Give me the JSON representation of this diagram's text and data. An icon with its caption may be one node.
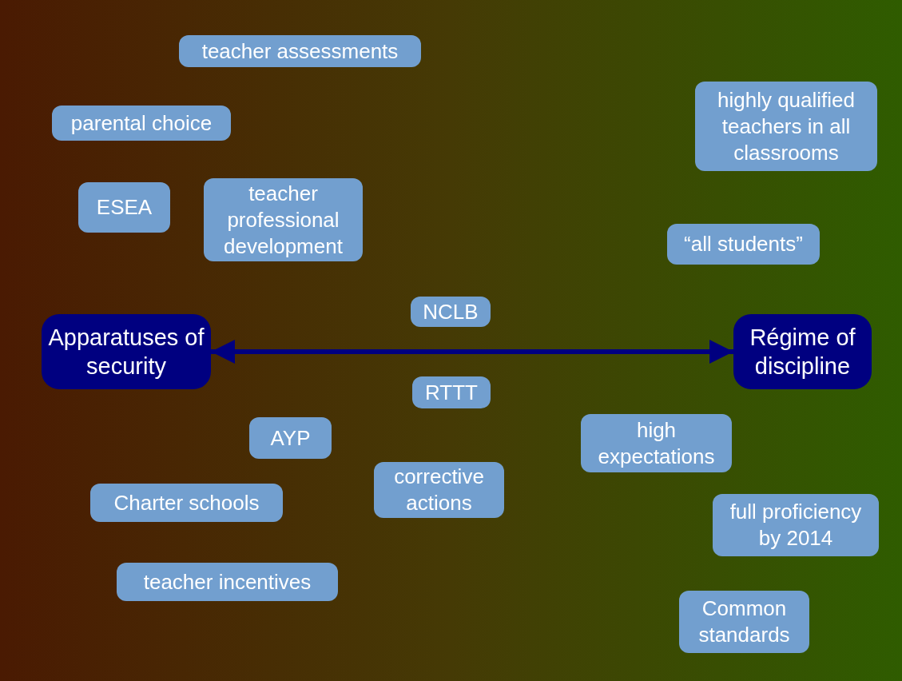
{
  "diagram": {
    "nodes": [
      {
        "text": [
          "teacher assessments"
        ]
      },
      {
        "text": [
          "highly qualified teachers in all classrooms"
        ]
      },
      {
        "text": [
          "parental choice"
        ]
      },
      {
        "text": [
          "ESEA"
        ]
      },
      {
        "text": [
          "teacher professional development"
        ]
      },
      {
        "text": [
          "“all students”"
        ]
      },
      {
        "text": [
          "NCLB"
        ]
      },
      {
        "text": [
          "Apparatuses of security"
        ]
      },
      {
        "text": [
          "Régime of discipline"
        ]
      },
      {
        "text": [
          "RTTT"
        ]
      },
      {
        "text": [
          "AYP"
        ]
      },
      {
        "text": [
          "high expectations"
        ]
      },
      {
        "text": [
          "corrective actions"
        ]
      },
      {
        "text": [
          "Charter schools"
        ]
      },
      {
        "text": [
          "full proficiency by 2014"
        ]
      },
      {
        "text": [
          "teacher incentives"
        ]
      },
      {
        "text": [
          "Common standards"
        ]
      }
    ],
    "edges": [
      {
        "from": 7,
        "to": 8,
        "arrow": "both"
      }
    ]
  }
}
